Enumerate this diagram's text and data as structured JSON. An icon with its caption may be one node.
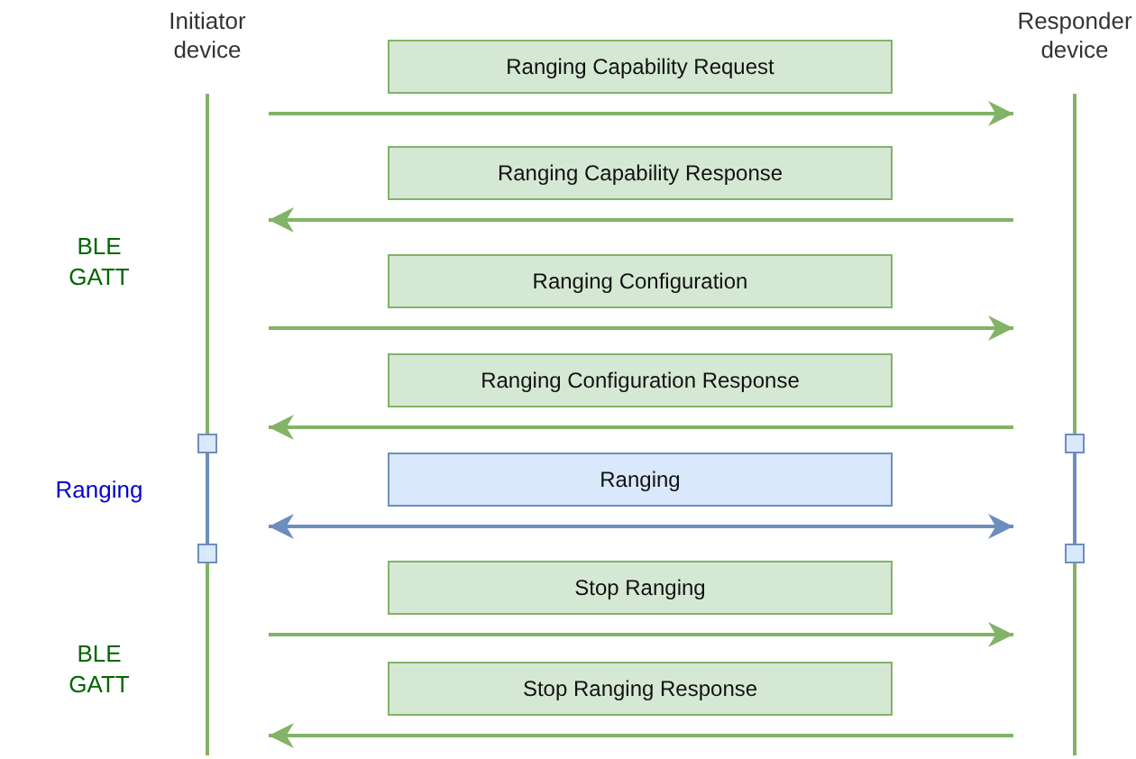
{
  "diagram": {
    "nodes": [
      {
        "text": [
          "Initiator device"
        ]
      },
      {
        "text": [
          "Responder device"
        ]
      }
    ],
    "edges": [
      {
        "from": 0,
        "to": 1,
        "arrow": "to",
        "label": "Ranging Capability Request"
      },
      {
        "from": 1,
        "to": 0,
        "arrow": "to",
        "label": "Ranging Capability Response"
      },
      {
        "from": 0,
        "to": 1,
        "arrow": "to",
        "label": "Ranging Configuration"
      },
      {
        "from": 1,
        "to": 0,
        "arrow": "to",
        "label": "Ranging Configuration Response"
      },
      {
        "from": 0,
        "to": 1,
        "arrow": "both",
        "label": "Ranging",
        "color": "#6c8ebf"
      },
      {
        "from": 0,
        "to": 1,
        "arrow": "to",
        "label": "Stop Ranging"
      },
      {
        "from": 1,
        "to": 0,
        "arrow": "to",
        "label": "Stop Ranging Response"
      }
    ],
    "labels": [
      "BLE GATT",
      "Ranging",
      "BLE GATT"
    ]
  }
}
